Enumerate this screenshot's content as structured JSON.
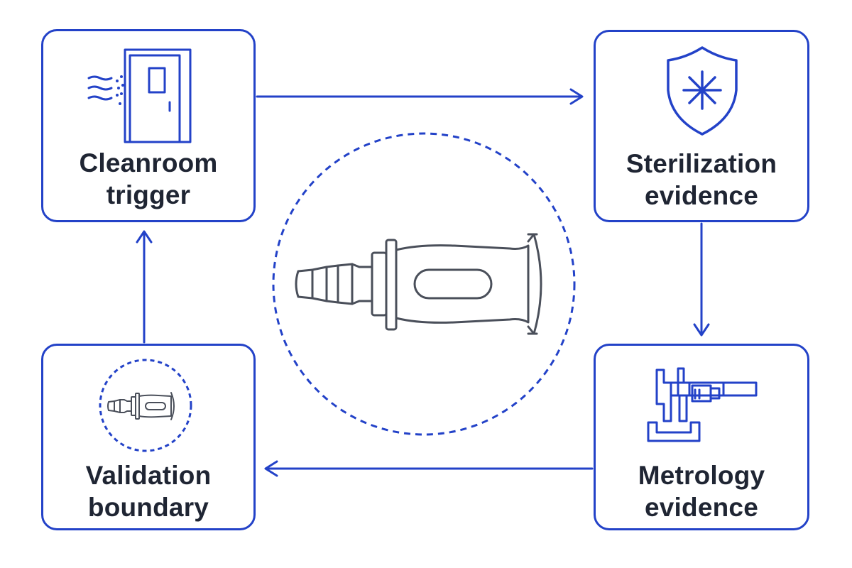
{
  "colors": {
    "accent": "#2342c8",
    "text": "#1f2533",
    "device_stroke": "#4a4f5a",
    "background": "#ffffff"
  },
  "nodes": {
    "cleanroom": {
      "line1": "Cleanroom",
      "line2": "trigger",
      "icon": "cleanroom-door-icon"
    },
    "sterilization": {
      "line1": "Sterilization",
      "line2": "evidence",
      "icon": "shield-star-icon"
    },
    "metrology": {
      "line1": "Metrology",
      "line2": "evidence",
      "icon": "caliper-icon"
    },
    "validation": {
      "line1": "Validation",
      "line2": "boundary",
      "icon": "device-boundary-icon"
    }
  },
  "center": {
    "icon": "medical-connector-device-icon"
  },
  "flow": [
    "cleanroom",
    "sterilization",
    "metrology",
    "validation",
    "cleanroom"
  ]
}
